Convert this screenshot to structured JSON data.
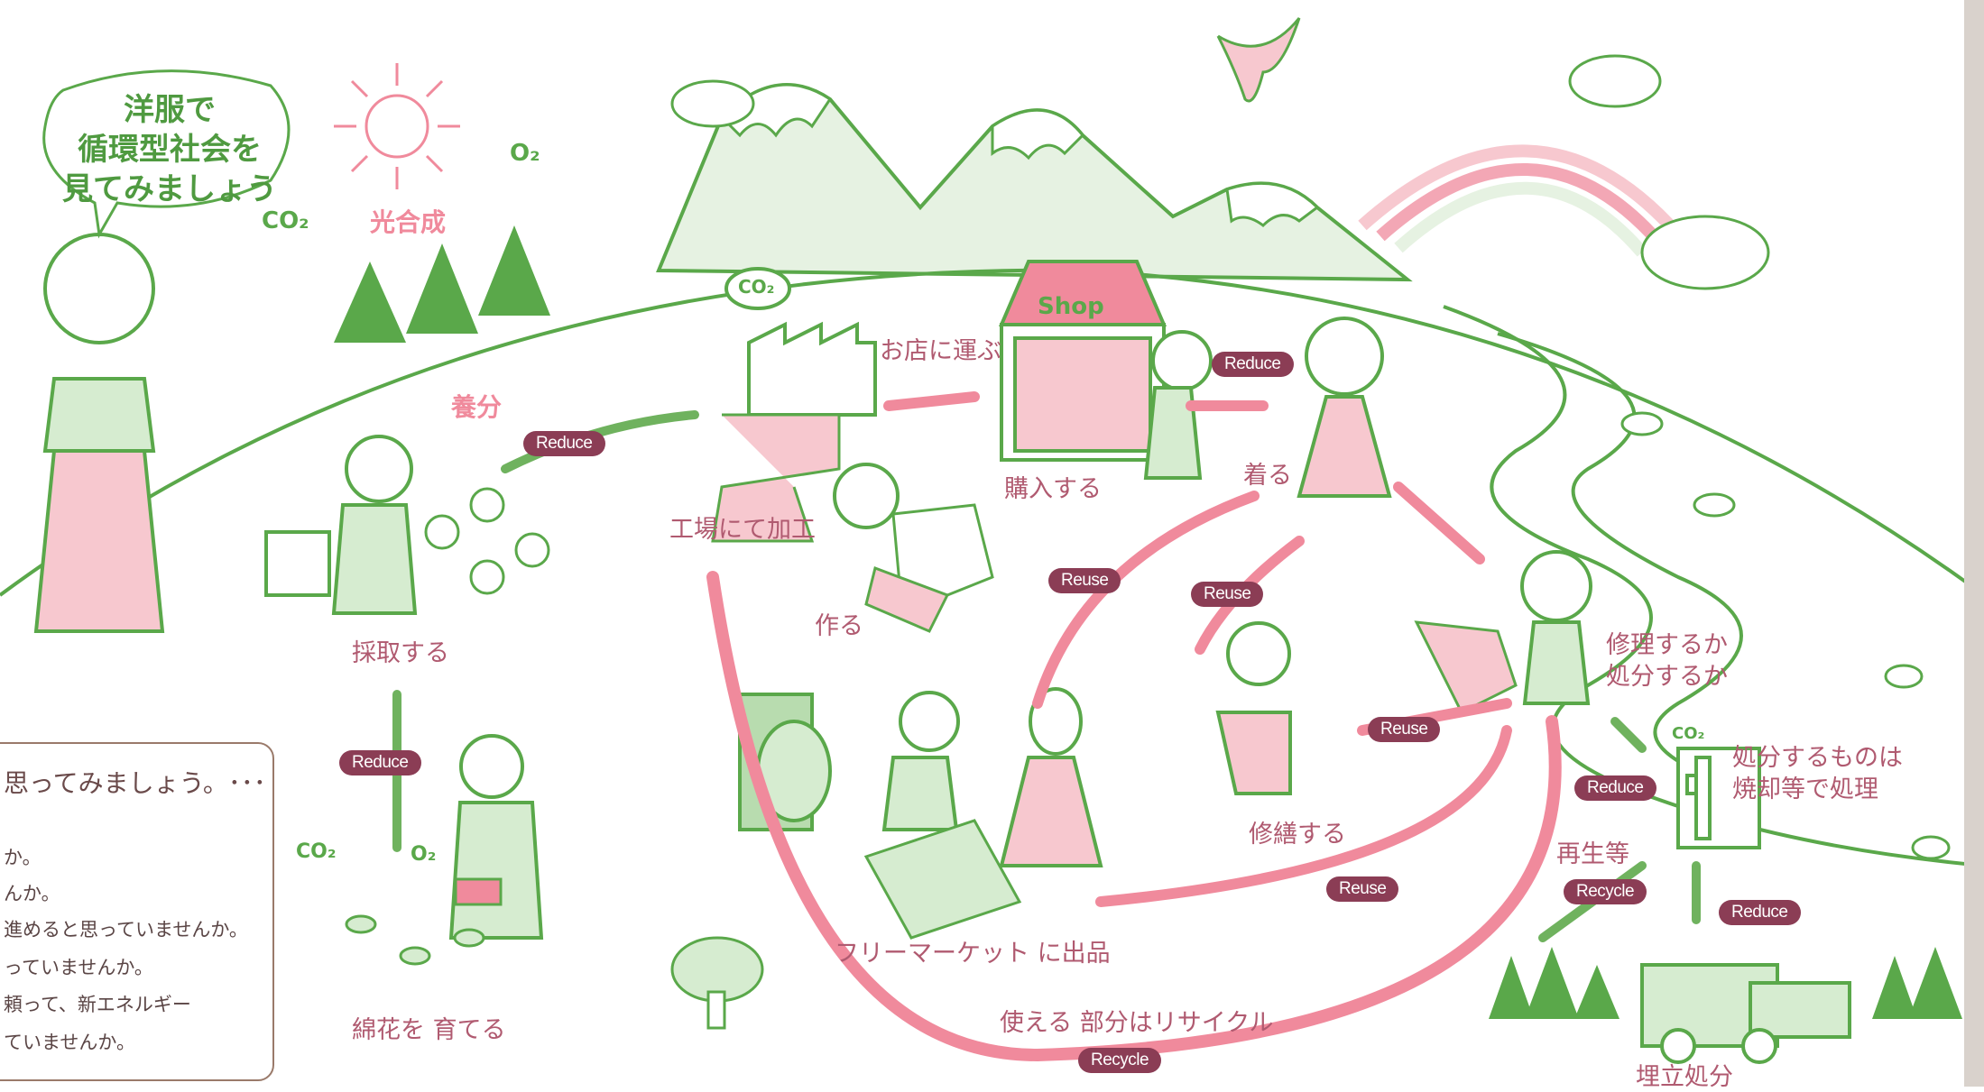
{
  "bubble": {
    "lines": [
      "洋服で",
      "循環型社会を",
      "見てみましょう"
    ]
  },
  "hand_labels": {
    "co2_tree": "CO₂",
    "o2_tree": "O₂",
    "photosynthesis": "光合成",
    "nutrients": "養分",
    "co2_factory": "CO₂",
    "co2_incinerator": "CO₂",
    "co2_seed": "CO₂",
    "o2_seed": "O₂",
    "shop_sign": "Shop"
  },
  "stage_labels": {
    "harvest": "採取する",
    "grow_cotton": "綿花を 育てる",
    "factory": "工場にて加工",
    "deliver": "お店に運ぶ",
    "make": "作る",
    "buy": "購入する",
    "wear": "着る",
    "repair_or_dispose": [
      "修理するか",
      "処分するか"
    ],
    "mend": "修繕する",
    "flea_market": "フリーマーケット に出品",
    "dispose_burn": [
      "処分するものは",
      "焼却等で処理"
    ],
    "regenerate": "再生等",
    "landfill": "埋立処分",
    "recycle_parts": "使える 部分はリサイクル"
  },
  "tags": {
    "reduce_factory": "Reduce",
    "reduce_shop": "Reduce",
    "reduce_grow": "Reduce",
    "reduce_dispose": "Reduce",
    "reduce_landfill": "Reduce",
    "reuse_left": "Reuse",
    "reuse_mid": "Reuse",
    "reuse_mend": "Reuse",
    "reuse_flea": "Reuse",
    "recycle_regen": "Recycle",
    "recycle_bottom": "Recycle"
  },
  "question_box": {
    "title": "思ってみましょう。･･･",
    "lines": [
      "か。",
      "んか。",
      "進めると思っていませんか。",
      "っていませんか。",
      "頼って、新エネルギー",
      "ていませんか。"
    ]
  },
  "colors": {
    "green": "#5aa84a",
    "pink": "#f08a9c",
    "tag": "#8b3d55",
    "text": "#b05a70"
  }
}
